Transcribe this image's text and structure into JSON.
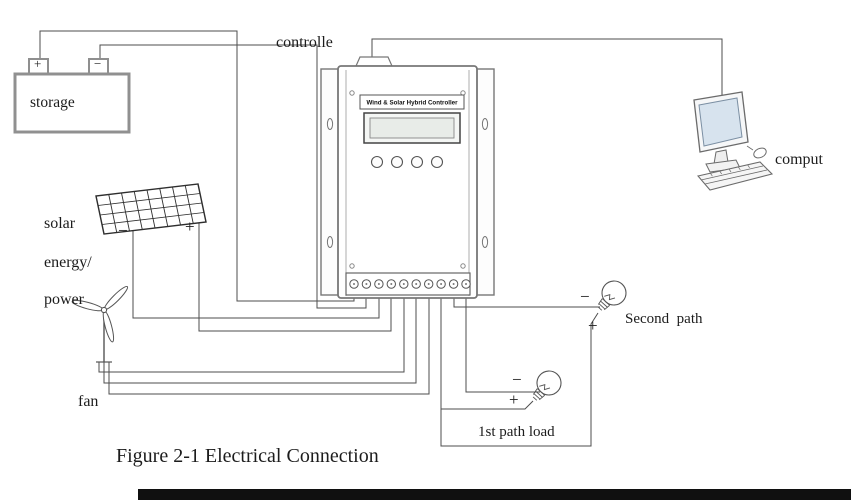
{
  "labels": {
    "controller": "controlle",
    "storage": "storage",
    "solar_line1": "solar",
    "solar_line2": "energy/",
    "solar_line3": "power",
    "fan": "fan",
    "computer": "comput",
    "second_path": "Second  path",
    "first_path": "1st path load",
    "caption": "Figure 2-1 Electrical Connection",
    "controller_title": "Wind & Solar Hybrid Controller"
  },
  "signs": {
    "battery_plus": "+",
    "battery_minus": "−",
    "solar_minus": "−",
    "solar_plus": "+",
    "second_minus": "−",
    "second_plus": "+",
    "first_minus": "−",
    "first_plus": "+"
  },
  "colors": {
    "background": "#ffffff",
    "wire": "#4d4d4d",
    "device_outline": "#777777",
    "screen": "#d7e3ee",
    "bottom_bar": "#101010"
  }
}
